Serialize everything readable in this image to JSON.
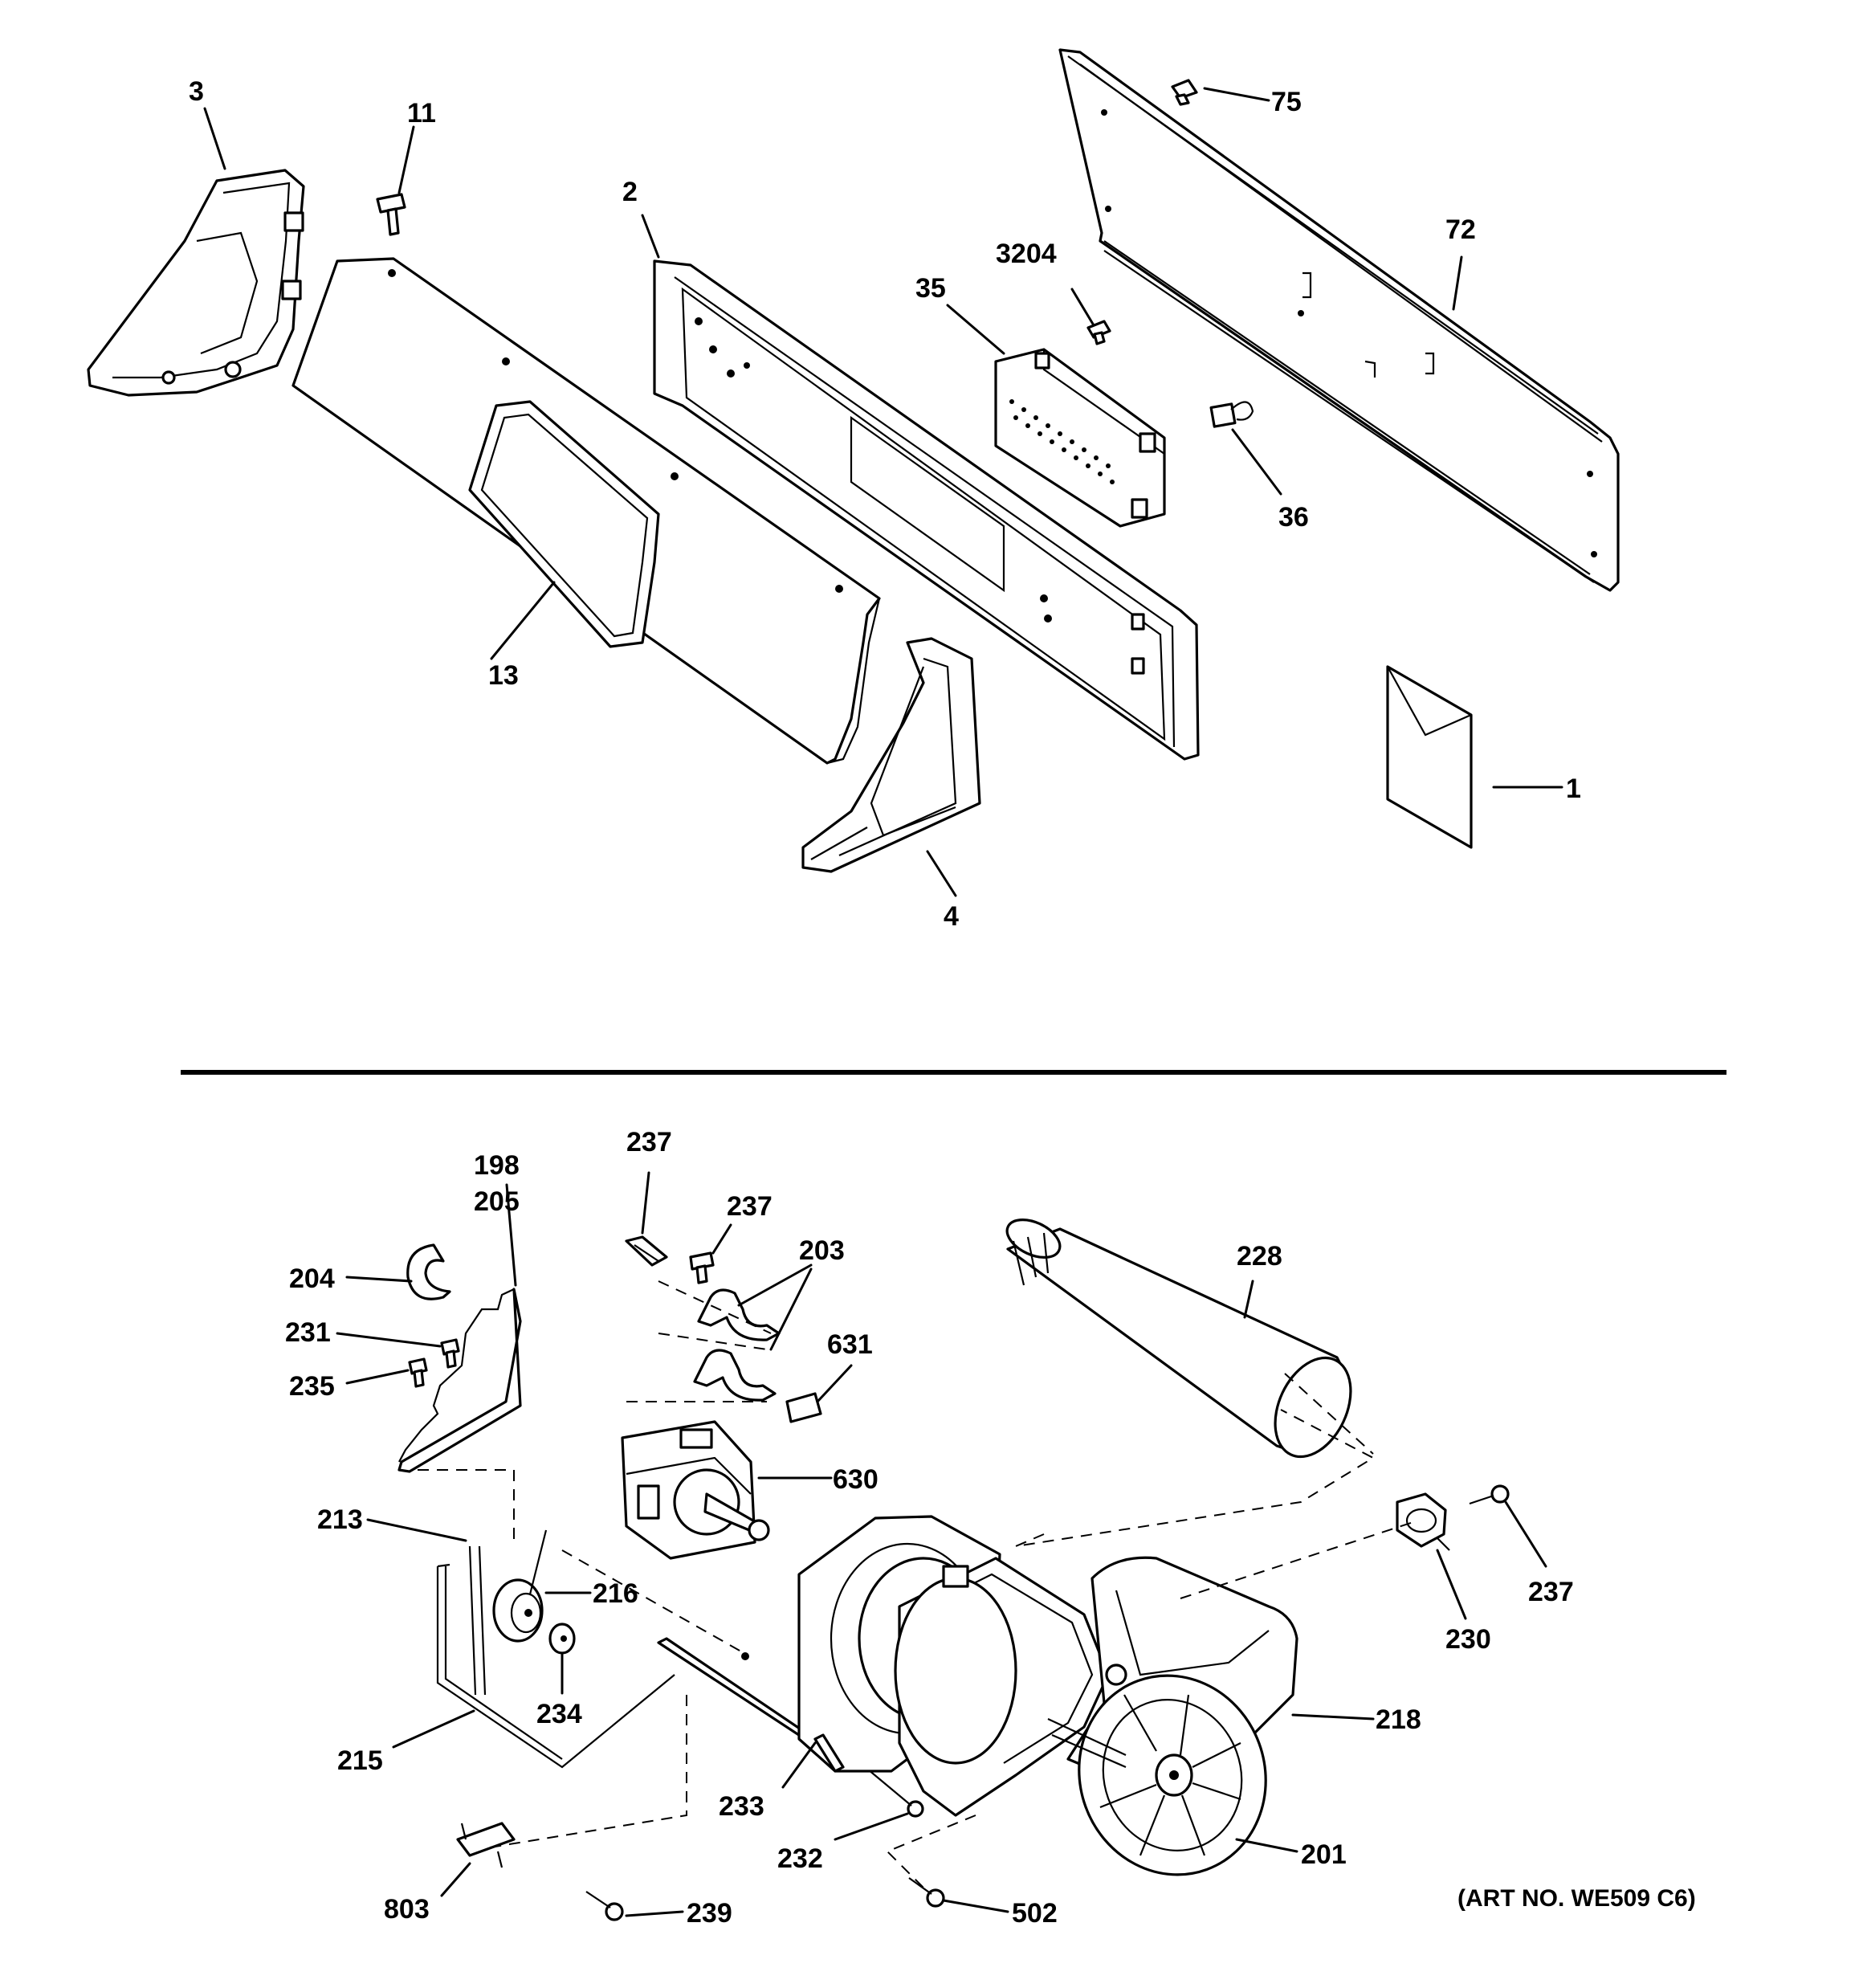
{
  "callouts": {
    "c3": "3",
    "c11": "11",
    "c2": "2",
    "c75": "75",
    "c72": "72",
    "c3204": "3204",
    "c35": "35",
    "c36": "36",
    "c13": "13",
    "c1": "1",
    "c4": "4",
    "c237a": "237",
    "c198": "198",
    "c205": "205",
    "c237b": "237",
    "c203": "203",
    "c228": "228",
    "c204": "204",
    "c631": "631",
    "c231": "231",
    "c235": "235",
    "c630": "630",
    "c213": "213",
    "c216": "216",
    "c237c": "237",
    "c230": "230",
    "c234": "234",
    "c218": "218",
    "c215": "215",
    "c233": "233",
    "c232": "232",
    "c201": "201",
    "c803": "803",
    "c239": "239",
    "c502": "502"
  },
  "art_number": "(ART NO. WE509 C6)"
}
